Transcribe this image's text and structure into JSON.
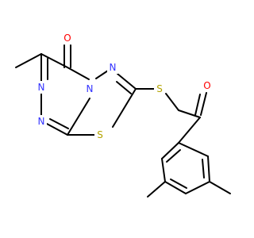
{
  "molecule": {
    "colors": {
      "bond": "#000000",
      "carbon": "#000000",
      "nitrogen": "#3333ff",
      "oxygen": "#ff0000",
      "sulfur": "#b3a300"
    },
    "atoms": {
      "o_ring_carbonyl": {
        "symbol": "O",
        "element": "oxygen"
      },
      "n_triazine_fused": {
        "symbol": "N",
        "element": "nitrogen"
      },
      "n_triazine_1": {
        "symbol": "N",
        "element": "nitrogen"
      },
      "n_triazine_2": {
        "symbol": "N",
        "element": "nitrogen"
      },
      "n_thiadiazole": {
        "symbol": "N",
        "element": "nitrogen"
      },
      "s_thiadiazole": {
        "symbol": "S",
        "element": "sulfur"
      },
      "s_thioether": {
        "symbol": "S",
        "element": "sulfur"
      },
      "o_ketone": {
        "symbol": "O",
        "element": "oxygen"
      }
    }
  }
}
